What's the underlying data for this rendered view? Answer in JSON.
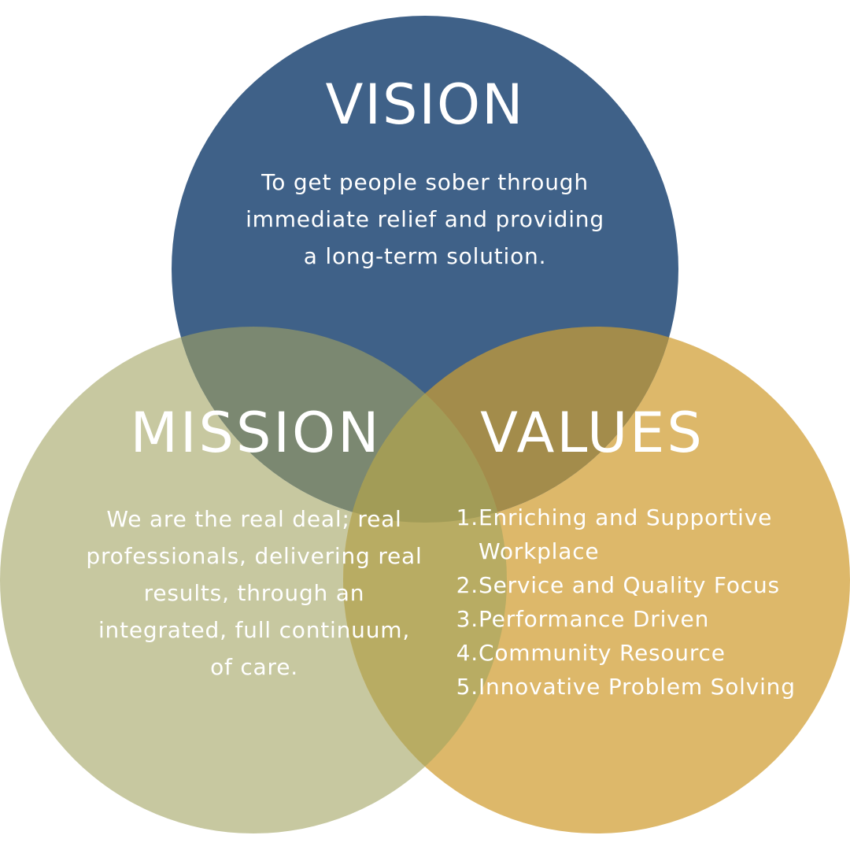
{
  "colors": {
    "vision_circle": "#3F6188",
    "mission_circle": "#C7C8A0",
    "values_circle": "#DDB86A",
    "vision_mission_overlap": "#7B8871",
    "vision_values_overlap": "#A38C4B",
    "mission_values_overlap": "#B8AC63",
    "center_overlap": "#A29C57",
    "text": "#FFFFFF"
  },
  "vision": {
    "heading": "VISION",
    "text": "To get people sober through immediate relief and providing a long-term solution."
  },
  "mission": {
    "heading": "MISSION",
    "text": "We are the real deal; real professionals, delivering real results, through an integrated, full continuum, of care."
  },
  "values": {
    "heading": "VALUES",
    "items": [
      {
        "number": "1.",
        "label": "Enriching and Supportive Workplace"
      },
      {
        "number": "2.",
        "label": "Service and Quality Focus"
      },
      {
        "number": "3.",
        "label": "Performance Driven"
      },
      {
        "number": "4.",
        "label": "Community Resource"
      },
      {
        "number": "5.",
        "label": "Innovative Problem Solving"
      }
    ]
  }
}
